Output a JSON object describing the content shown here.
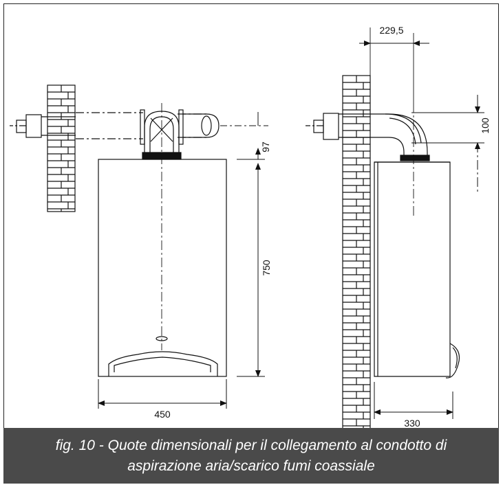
{
  "dimensions": {
    "front_width": "450",
    "front_height": "750",
    "pipe_offset": "97",
    "side_pipe_offset": "229,5",
    "side_pipe_height": "100",
    "side_depth": "330"
  },
  "caption": {
    "line1": "fig. 10 - Quote dimensionali per il collegamento al condotto di",
    "line2": "aspirazione aria/scarico fumi coassiale"
  },
  "colors": {
    "caption_background": "#4a4a4a",
    "caption_text": "#ffffff",
    "line": "#111111"
  }
}
